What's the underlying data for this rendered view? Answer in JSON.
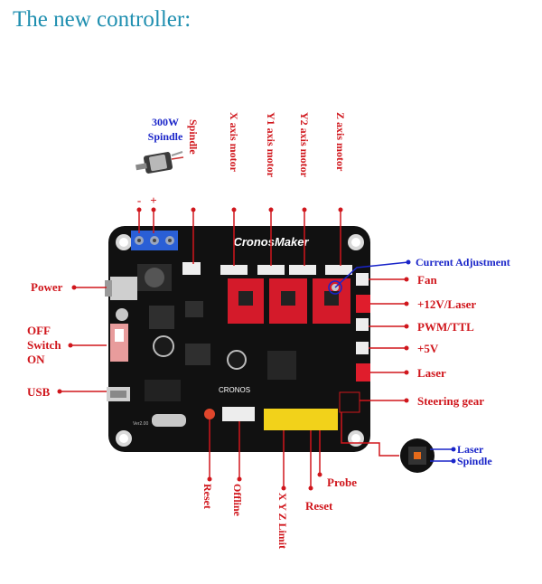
{
  "heading": "The new controller:",
  "board": {
    "brand": "CronosMaker",
    "logo": "CRONOS",
    "version": "Ver2.00"
  },
  "spindle_photo": {
    "label_line1": "300W",
    "label_line2": "Spindle"
  },
  "terminal_polarity": {
    "minus": "-",
    "plus": "+"
  },
  "top_labels": {
    "spindle": "Spindle",
    "x_motor": "X axis motor",
    "y1_motor": "Y1 axis motor",
    "y2_motor": "Y2 axis motor",
    "z_motor": "Z axis motor"
  },
  "left_labels": {
    "power": "Power",
    "off": "OFF",
    "switch": "Switch",
    "on": "ON",
    "usb": "USB"
  },
  "right_labels": {
    "current_adjustment": "Current Adjustment",
    "fan": "Fan",
    "laser_12v": "+12V/Laser",
    "pwm_ttl": "PWM/TTL",
    "plus_5v": "+5V",
    "laser": "Laser",
    "steering_gear": "Steering gear"
  },
  "inset_labels": {
    "laser": "Laser",
    "spindle": "Spindle"
  },
  "bottom_labels": {
    "reset_left": "Reset",
    "offline": "Offline",
    "xyz_limit": "X Y Z Limit",
    "probe": "Probe",
    "reset_right": "Reset"
  },
  "colors": {
    "heading": "#1f8fb0",
    "label_red": "#d0161c",
    "label_blue": "#1a25c9",
    "board": "#111111",
    "driver": "#d41a2a",
    "header_yellow": "#f2d21a",
    "terminal_blue": "#2a5fd6"
  }
}
